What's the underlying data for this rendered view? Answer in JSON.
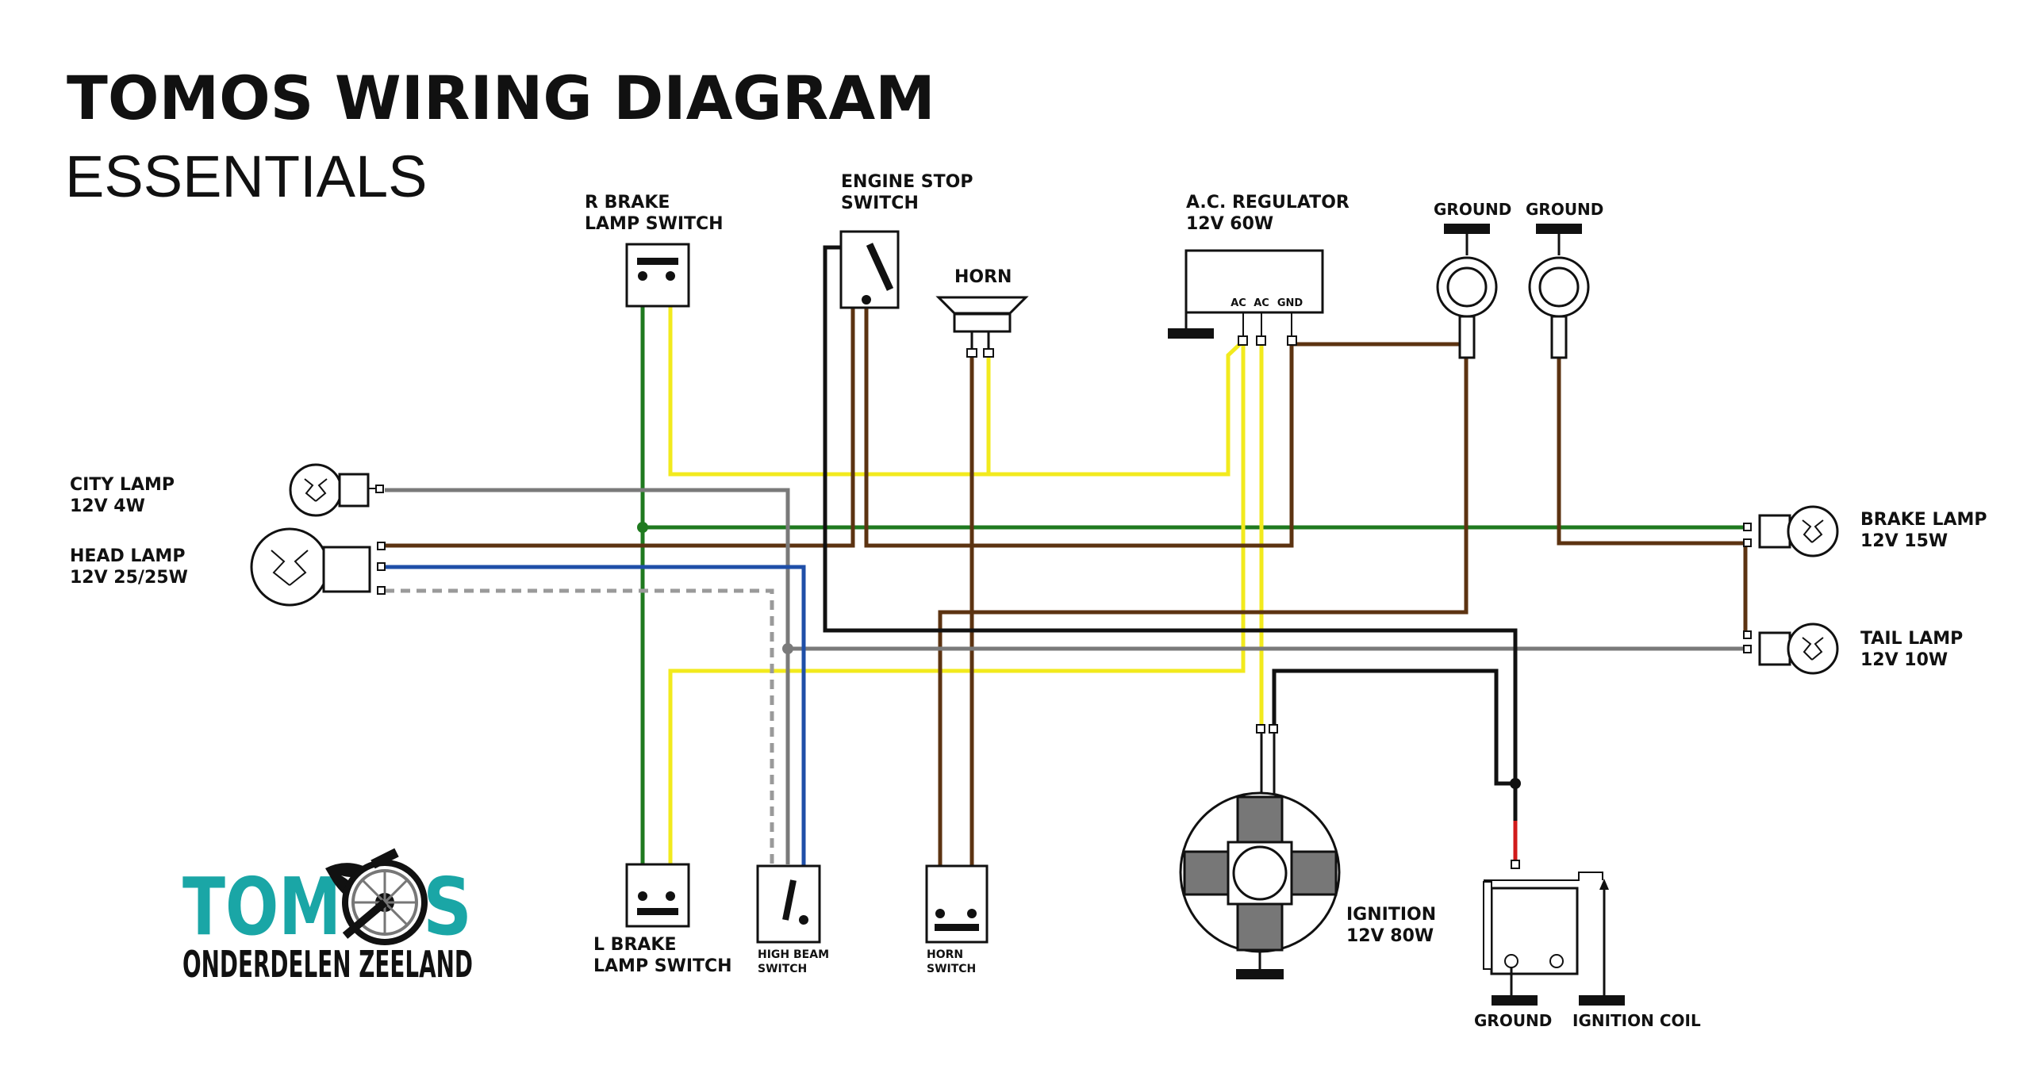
{
  "title": "TOMOS WIRING DIAGRAM",
  "subtitle": "ESSENTIALS",
  "labels": {
    "r_brake_1": "R BRAKE",
    "r_brake_2": "LAMP SWITCH",
    "engine_stop_1": "ENGINE STOP",
    "engine_stop_2": "SWITCH",
    "horn": "HORN",
    "regulator_1": "A.C. REGULATOR",
    "regulator_2": "12V 60W",
    "reg_ac1": "AC",
    "reg_ac2": "AC",
    "reg_gnd": "GND",
    "ground_1": "GROUND",
    "ground_2": "GROUND",
    "city_lamp_1": "CITY LAMP",
    "city_lamp_2": "12V 4W",
    "head_lamp_1": "HEAD LAMP",
    "head_lamp_2": "12V 25/25W",
    "brake_lamp_1": "BRAKE LAMP",
    "brake_lamp_2": "12V 15W",
    "tail_lamp_1": "TAIL LAMP",
    "tail_lamp_2": "12V 10W",
    "l_brake_1": "L BRAKE",
    "l_brake_2": "LAMP SWITCH",
    "high_beam_1": "HIGH BEAM",
    "high_beam_2": "SWITCH",
    "horn_switch_1": "HORN",
    "horn_switch_2": "SWITCH",
    "ignition_1": "IGNITION",
    "ignition_2": "12V 80W",
    "ground_3": "GROUND",
    "ignition_coil": "IGNITION COIL"
  },
  "logo": {
    "main_left": "TOM",
    "main_right": "S",
    "bottom": "ONDERDELEN ZEELAND"
  },
  "colors": {
    "green": "#1f7a1f",
    "yellow": "#f2ea1d",
    "brown": "#5c3311",
    "grey": "#7a7a7a",
    "blue": "#1f4fa8",
    "black": "#111111",
    "red": "#d11a1a",
    "teal": "#1aa6a6"
  }
}
